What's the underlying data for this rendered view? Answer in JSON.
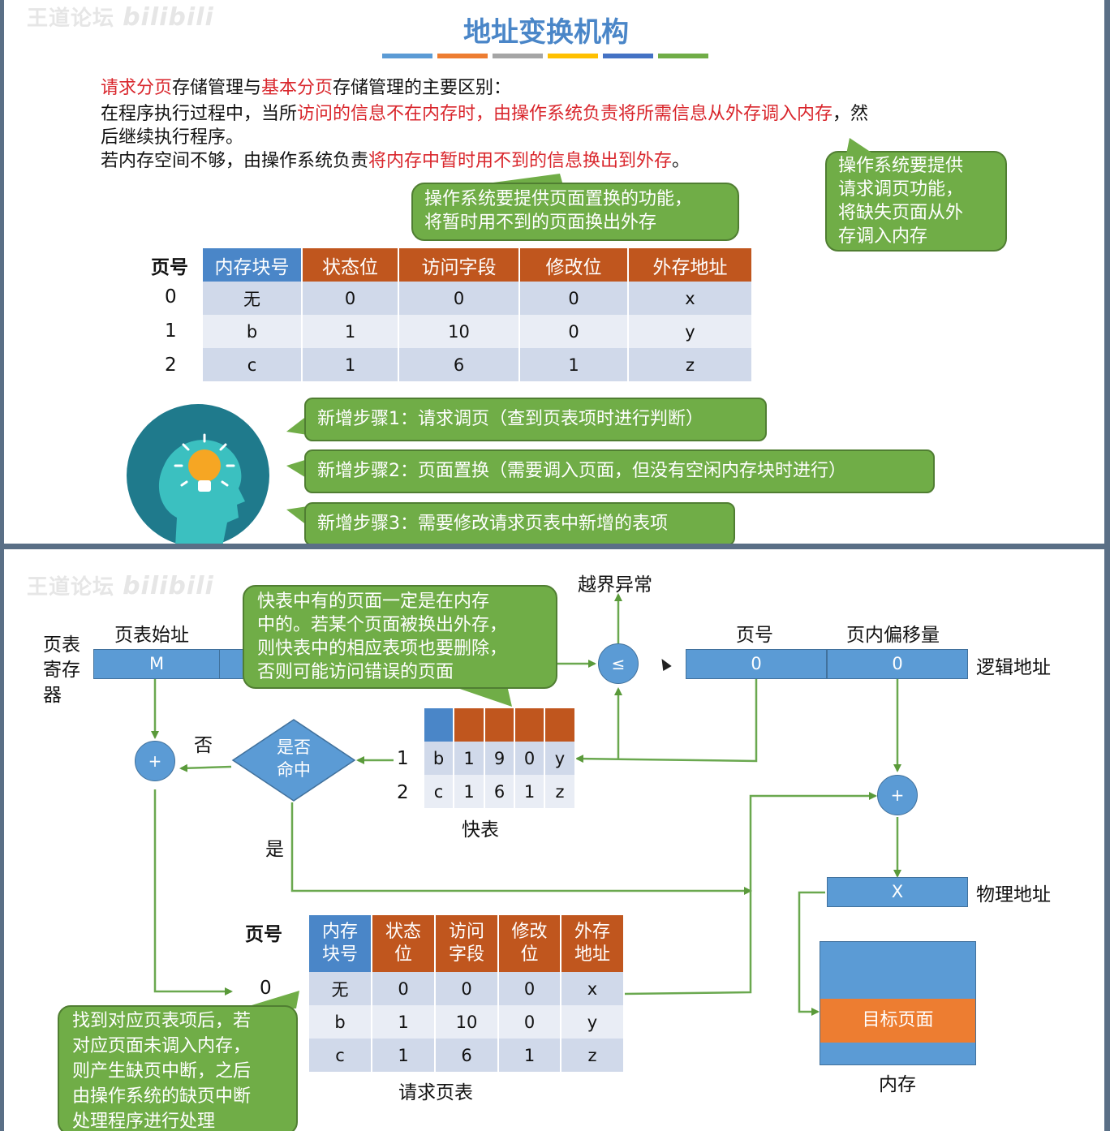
{
  "watermark": "王道论坛",
  "watermark_logo": "bilibili",
  "slide1": {
    "title": "地址变换机构",
    "title_bar_colors": [
      "#5b9bd5",
      "#ed7d31",
      "#a5a5a5",
      "#ffc000",
      "#4472c4",
      "#70ad47"
    ],
    "intro": {
      "p1_a": "请求分页",
      "p1_b": "存储管理与",
      "p1_c": "基本分页",
      "p1_d": "存储管理的主要区别：",
      "p2_a": "在程序执行过程中，当所",
      "p2_b": "访问的信息不在内存时，由操作系统负责将所需信息从外存调入内存",
      "p2_c": "，然",
      "p2_d": "后继续执行程序。",
      "p3_a": "若内存空间不够，由操作系统负责",
      "p3_b": "将内存中暂时用不到的信息换出到外存",
      "p3_c": "。"
    },
    "callout_replace": [
      "操作系统要提供页面置换的功能，",
      "将暂时用不到的页面换出外存"
    ],
    "callout_paging": [
      "操作系统要提供",
      "请求调页功能，",
      "将缺失页面从外",
      "存调入内存"
    ],
    "table": {
      "page_no_label": "页号",
      "headers": [
        "内存块号",
        "状态位",
        "访问字段",
        "修改位",
        "外存地址"
      ],
      "page_numbers": [
        "0",
        "1",
        "2"
      ],
      "rows": [
        [
          "无",
          "0",
          "0",
          "0",
          "x"
        ],
        [
          "b",
          "1",
          "10",
          "0",
          "y"
        ],
        [
          "c",
          "1",
          "6",
          "1",
          "z"
        ]
      ]
    },
    "steps": [
      "新增步骤1：请求调页（查到页表项时进行判断）",
      "新增步骤2：页面置换（需要调入页面，但没有空闲内存块时进行）",
      "新增步骤3：需要修改请求页表中新增的表项"
    ],
    "icon": "lightbulb-head-icon"
  },
  "slide2": {
    "page_table_register": {
      "label_lines": [
        "页表",
        "寄存",
        "器"
      ],
      "start_label": "页表始址",
      "value": "M"
    },
    "callout_tlb": [
      "快表中有的页面一定是在内存",
      "中的。若某个页面被换出外存，",
      "则快表中的相应表项也要删除，",
      "否则可能访问错误的页面"
    ],
    "out_of_bounds": "越界异常",
    "compare_symbol": "≤",
    "logical_address": {
      "label": "逻辑地址",
      "page_label": "页号",
      "offset_label": "页内偏移量",
      "page_value": "0",
      "offset_value": "0"
    },
    "adder_symbol": "+",
    "no_label": "否",
    "yes_label": "是",
    "decision": [
      "是否",
      "命中"
    ],
    "tlb": {
      "label": "快表",
      "row_numbers": [
        "1",
        "2"
      ],
      "rows": [
        [
          "b",
          "1",
          "9",
          "0",
          "y"
        ],
        [
          "c",
          "1",
          "6",
          "1",
          "z"
        ]
      ]
    },
    "physical_address": {
      "label": "物理地址",
      "value": "X"
    },
    "memory": {
      "label": "内存",
      "target": "目标页面"
    },
    "request_table": {
      "label": "请求页表",
      "page_no_label": "页号",
      "page_number": "0",
      "headers": [
        [
          "内存",
          "块号"
        ],
        [
          "状态",
          "位"
        ],
        [
          "访问",
          "字段"
        ],
        [
          "修改",
          "位"
        ],
        [
          "外存",
          "地址"
        ]
      ],
      "rows": [
        [
          "无",
          "0",
          "0",
          "0",
          "x"
        ],
        [
          "b",
          "1",
          "10",
          "0",
          "y"
        ],
        [
          "c",
          "1",
          "6",
          "1",
          "z"
        ]
      ]
    },
    "callout_fault": [
      "找到对应页表项后，若",
      "对应页面未调入内存，",
      "则产生缺页中断，之后",
      "由操作系统的缺页中断",
      "处理程序进行处理"
    ]
  }
}
